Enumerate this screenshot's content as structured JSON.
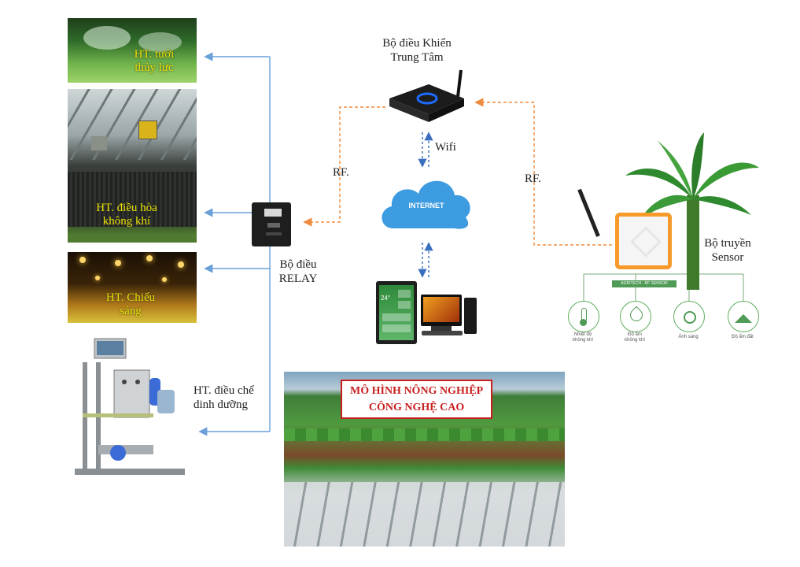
{
  "left_systems": {
    "hydraulic": {
      "line1": "HT. tưới",
      "line2": "thủy lực"
    },
    "air_conditioning": {
      "line1": "HT. điều hòa",
      "line2": "không khí"
    },
    "lighting": {
      "line1": "HT. Chiếu",
      "line2": "sáng"
    },
    "nutrition": {
      "line1": "HT. điều chế",
      "line2": "dinh dưỡng"
    }
  },
  "central_controller": {
    "line1": "Bộ điều Khiển",
    "line2": "Trung Tâm"
  },
  "relay": {
    "line1": "Bộ điều",
    "line2": "RELAY"
  },
  "internet": {
    "label": "INTERNET"
  },
  "wifi_label": "Wifi",
  "rf_left": "RF.",
  "rf_right": "RF.",
  "sensor": {
    "line1": "Bộ truyền",
    "line2": "Sensor",
    "device_label": "AGRITECH - RF SENSOR",
    "icons": [
      {
        "icon": "thermometer-icon",
        "caption1": "Nhiệt độ",
        "caption2": "không khí"
      },
      {
        "icon": "humidity-icon",
        "caption1": "Độ ẩm",
        "caption2": "không khí"
      },
      {
        "icon": "sun-icon",
        "caption1": "Ánh sáng",
        "caption2": ""
      },
      {
        "icon": "soil-icon",
        "caption1": "Độ ẩm đất",
        "caption2": ""
      }
    ]
  },
  "banner": {
    "line1": "MÔ HÌNH NÔNG NGHIỆP",
    "line2": "CÔNG NGHỆ CAO"
  },
  "tablet": {
    "temp": "24°"
  },
  "colors": {
    "blue_arrow": "#6aa0d8",
    "orange_arrow": "#f08a3c",
    "cloud": "#3d9be0",
    "sensor_frame": "#f59a2b"
  }
}
